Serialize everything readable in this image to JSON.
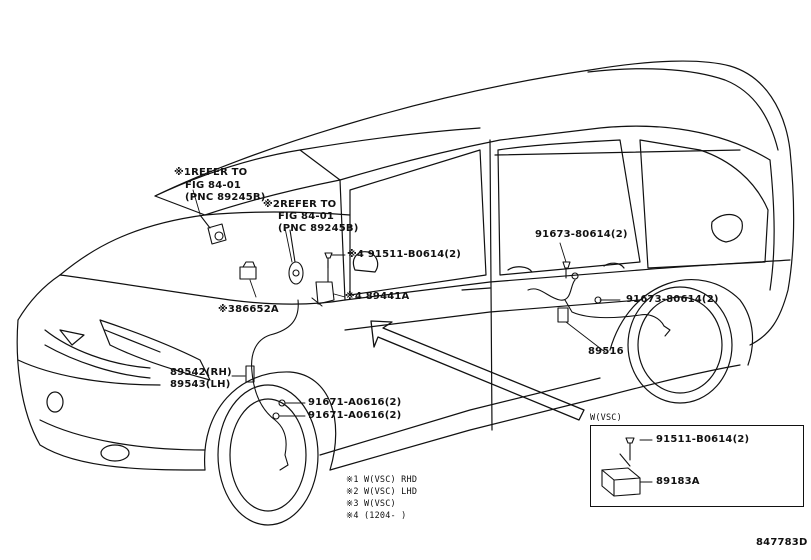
{
  "callouts": {
    "refer1_line1": "※1REFER TO",
    "refer1_line2": "FIG 84-01",
    "refer1_line3": "(PNC 89245B)",
    "refer2_line1": "※2REFER TO",
    "refer2_line2": "FIG 84-01",
    "refer2_line3": "(PNC 89245B)",
    "p86652a": "※386652A",
    "p91511_main": "※4 91511-B0614(2)",
    "p89441a": "※4 89441A",
    "p91673_top": "91673-80614(2)",
    "p91673_mid": "91673-80614(2)",
    "p89516": "89516",
    "p89542": "89542(RH)",
    "p89543": "89543(LH)",
    "p91671_a": "91671-A0616(2)",
    "p91671_b": "91671-A0616(2)"
  },
  "inset": {
    "title": "W(VSC)",
    "p91511": "91511-B0614(2)",
    "p89183a": "89183A"
  },
  "legend": [
    "※1 W(VSC) RHD",
    "※2 W(VSC) LHD",
    "※3 W(VSC)",
    "※4 (1204-    )"
  ],
  "diagram_id": "847783D"
}
